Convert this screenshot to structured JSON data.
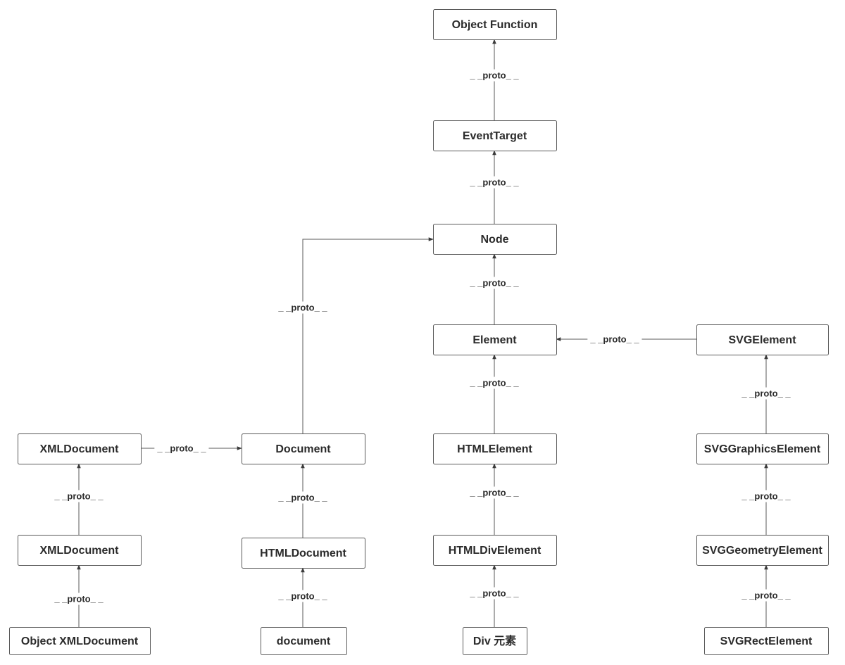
{
  "nodes": [
    {
      "id": "object-function",
      "label": "Object Function"
    },
    {
      "id": "event-target",
      "label": "EventTarget"
    },
    {
      "id": "node",
      "label": "Node"
    },
    {
      "id": "element",
      "label": "Element"
    },
    {
      "id": "svg-element",
      "label": "SVGElement"
    },
    {
      "id": "xml-document-1",
      "label": "XMLDocument"
    },
    {
      "id": "document",
      "label": "Document"
    },
    {
      "id": "html-element",
      "label": "HTMLElement"
    },
    {
      "id": "svg-graphics-element",
      "label": "SVGGraphicsElement"
    },
    {
      "id": "xml-document-2",
      "label": "XMLDocument"
    },
    {
      "id": "html-document",
      "label": "HTMLDocument"
    },
    {
      "id": "html-div-element",
      "label": "HTMLDivElement"
    },
    {
      "id": "svg-geometry-element",
      "label": "SVGGeometryElement"
    },
    {
      "id": "object-xml-document",
      "label": "Object XMLDocument"
    },
    {
      "id": "document-instance",
      "label": "document"
    },
    {
      "id": "div-element",
      "label": "Div 元素"
    },
    {
      "id": "svg-rect-element",
      "label": "SVGRectElement"
    }
  ],
  "edges": [
    {
      "from": "event-target",
      "to": "object-function",
      "label": "_ _proto_ _"
    },
    {
      "from": "node",
      "to": "event-target",
      "label": "_ _proto_ _"
    },
    {
      "from": "element",
      "to": "node",
      "label": "_ _proto_ _"
    },
    {
      "from": "document",
      "to": "node",
      "label": "_ _proto_ _"
    },
    {
      "from": "svg-element",
      "to": "element",
      "label": "_ _proto_ _"
    },
    {
      "from": "html-element",
      "to": "element",
      "label": "_ _proto_ _"
    },
    {
      "from": "xml-document-1",
      "to": "document",
      "label": "_ _proto_ _"
    },
    {
      "from": "xml-document-2",
      "to": "xml-document-1",
      "label": "_ _proto_ _"
    },
    {
      "from": "object-xml-document",
      "to": "xml-document-2",
      "label": "_ _proto_ _"
    },
    {
      "from": "html-document",
      "to": "document",
      "label": "_ _proto_ _"
    },
    {
      "from": "document-instance",
      "to": "html-document",
      "label": "_ _proto_ _"
    },
    {
      "from": "html-div-element",
      "to": "html-element",
      "label": "_ _proto_ _"
    },
    {
      "from": "div-element",
      "to": "html-div-element",
      "label": "_ _proto_ _"
    },
    {
      "from": "svg-graphics-element",
      "to": "svg-element",
      "label": "_ _proto_ _"
    },
    {
      "from": "svg-geometry-element",
      "to": "svg-graphics-element",
      "label": "_ _proto_ _"
    },
    {
      "from": "svg-rect-element",
      "to": "svg-geometry-element",
      "label": "_ _proto_ _"
    }
  ]
}
